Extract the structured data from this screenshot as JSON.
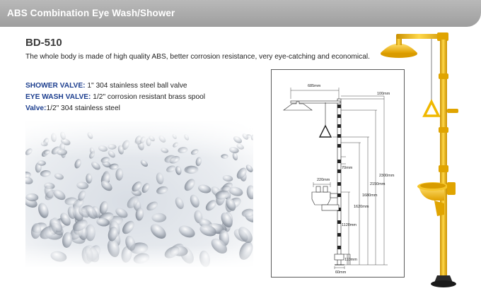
{
  "header": {
    "title": "ABS Combination Eye Wash/Shower"
  },
  "product": {
    "model": "BD-510",
    "description": "The whole body is made of high quality ABS, better corrosion resistance, very eye-catching and economical."
  },
  "specs": [
    {
      "label": "SHOWER VALVE:",
      "value": " 1\" 304 stainless steel ball valve"
    },
    {
      "label": "EYE WASH VALVE:",
      "value": " 1/2\" corrosion resistant brass spool"
    },
    {
      "label": "Valve:",
      "value": "1/2\" 304 stainless steel"
    }
  ],
  "drawing": {
    "dimensions": {
      "shower_reach": "685mm",
      "top_clearance": "100mm",
      "total_height": "2300mm",
      "shower_height": "2150mm",
      "pull_height": "1680mm",
      "eyewash_height": "1620mm",
      "bowl_height": "1120mm",
      "bowl_width": "220mm",
      "pipe_gap": "70mm",
      "base_width": "60mm",
      "foot_offset": "110mm"
    }
  },
  "colors": {
    "header": "#a8a8a8",
    "spec_label": "#1d3f8f",
    "product": "#f2c11c"
  }
}
